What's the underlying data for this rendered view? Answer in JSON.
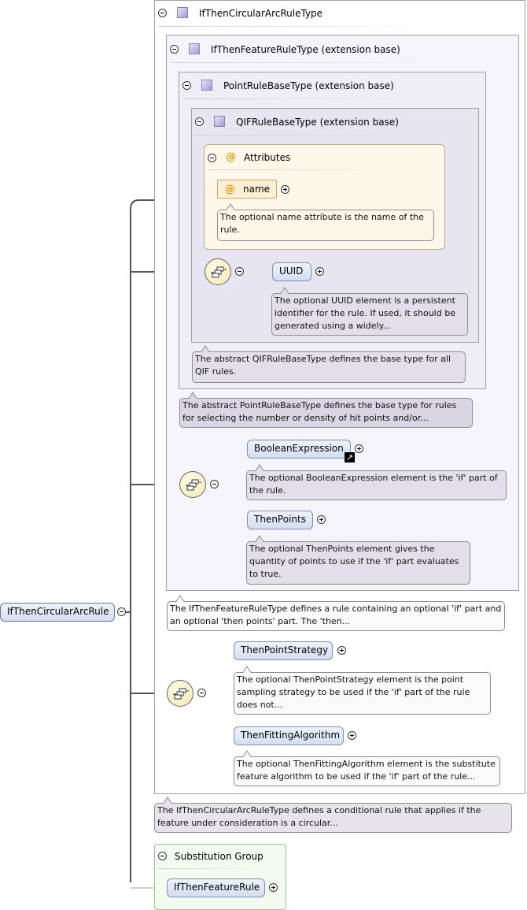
{
  "root": {
    "name": "IfThenCircularArcRule"
  },
  "types": {
    "main": "IfThenCircularArcRuleType",
    "ext1": "IfThenFeatureRuleType (extension base)",
    "ext2": "PointRuleBaseType (extension base)",
    "ext3": "QIFRuleBaseType (extension base)"
  },
  "attributes": {
    "title": "Attributes",
    "name_attr": "name",
    "name_note": "The optional name attribute is the name of the rule."
  },
  "elements": {
    "uuid": "UUID",
    "uuid_note": "The optional UUID element is a persistent identifier for the rule. If used, it should be generated using a widely...",
    "boolean": "BooleanExpression",
    "boolean_note": "The optional BooleanExpression element is the 'if' part of the rule.",
    "thenpoints": "ThenPoints",
    "thenpoints_note": "The optional ThenPoints element gives the quantity of points to use if the 'if' part evaluates to true.",
    "strategy": "ThenPointStrategy",
    "strategy_note": "The optional ThenPointStrategy element is the point sampling strategy to be used if the 'if' part of the rule does not...",
    "fitting": "ThenFittingAlgorithm",
    "fitting_note": "The optional ThenFittingAlgorithm element is the substitute feature algorithm to be used if the 'if' part of the rule..."
  },
  "notes": {
    "qif": "The abstract QIFRuleBaseType defines the base type for all QIF rules.",
    "point": "The abstract PointRuleBaseType defines the base type for rules for selecting the number or density of hit points and/or...",
    "feature": "The IfThenFeatureRuleType defines a rule containing an optional 'if' part and an optional 'then points' part. The 'then...",
    "circular": "The IfThenCircularArcRuleType defines a conditional rule that applies if the feature under consideration is a circular..."
  },
  "substitution": {
    "title": "Substitution Group",
    "member": "IfThenFeatureRule"
  }
}
